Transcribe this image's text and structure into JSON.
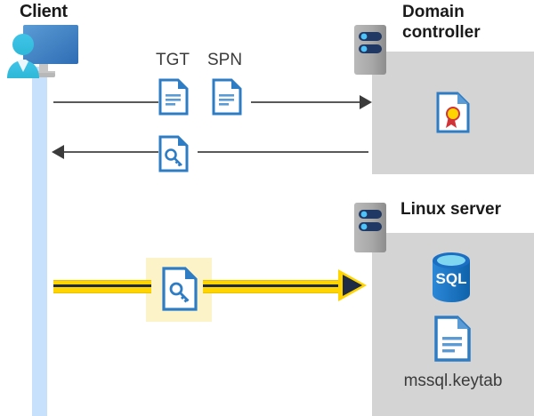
{
  "diagram": {
    "title_client": "Client",
    "title_domain_controller": "Domain controller",
    "title_linux_server": "Linux server",
    "labels": {
      "tgt": "TGT",
      "spn": "SPN",
      "keytab_file": "mssql.keytab",
      "sql_text": "SQL"
    },
    "icons": {
      "client": "client-computer-user-icon",
      "server_dc": "server-rack-icon",
      "server_linux": "server-rack-icon",
      "doc_tgt": "document-icon",
      "doc_spn": "document-icon",
      "doc_session_key": "key-document-icon",
      "doc_service_ticket": "key-document-icon",
      "doc_certificate": "certificate-document-icon",
      "doc_keytab": "document-icon",
      "database": "sql-database-icon"
    },
    "colors": {
      "panel_gray": "#d4d4d4",
      "lifeline_blue": "#c7e0fb",
      "doc_blue": "#2e7cc4",
      "arrow_gray": "#3b3b3b",
      "flow_yellow": "#ffd400",
      "flow_navy": "#1f2a44",
      "highlight_yellow": "#fdf3c8",
      "title_dark": "#1a1a1a",
      "sql_blue": "#1b6ec2",
      "cert_gold": "#ffd400",
      "cert_red": "#d13438"
    },
    "flows": [
      {
        "name": "client-to-dc-request",
        "direction": "right",
        "style": "thin-gray",
        "carries": [
          "TGT",
          "SPN"
        ]
      },
      {
        "name": "dc-to-client-response",
        "direction": "left",
        "style": "thin-gray",
        "carries": [
          "session-key-document"
        ]
      },
      {
        "name": "client-to-linux-ticket",
        "direction": "right",
        "style": "thick-yellow-highlighted",
        "carries": [
          "service-ticket-document"
        ]
      }
    ]
  }
}
